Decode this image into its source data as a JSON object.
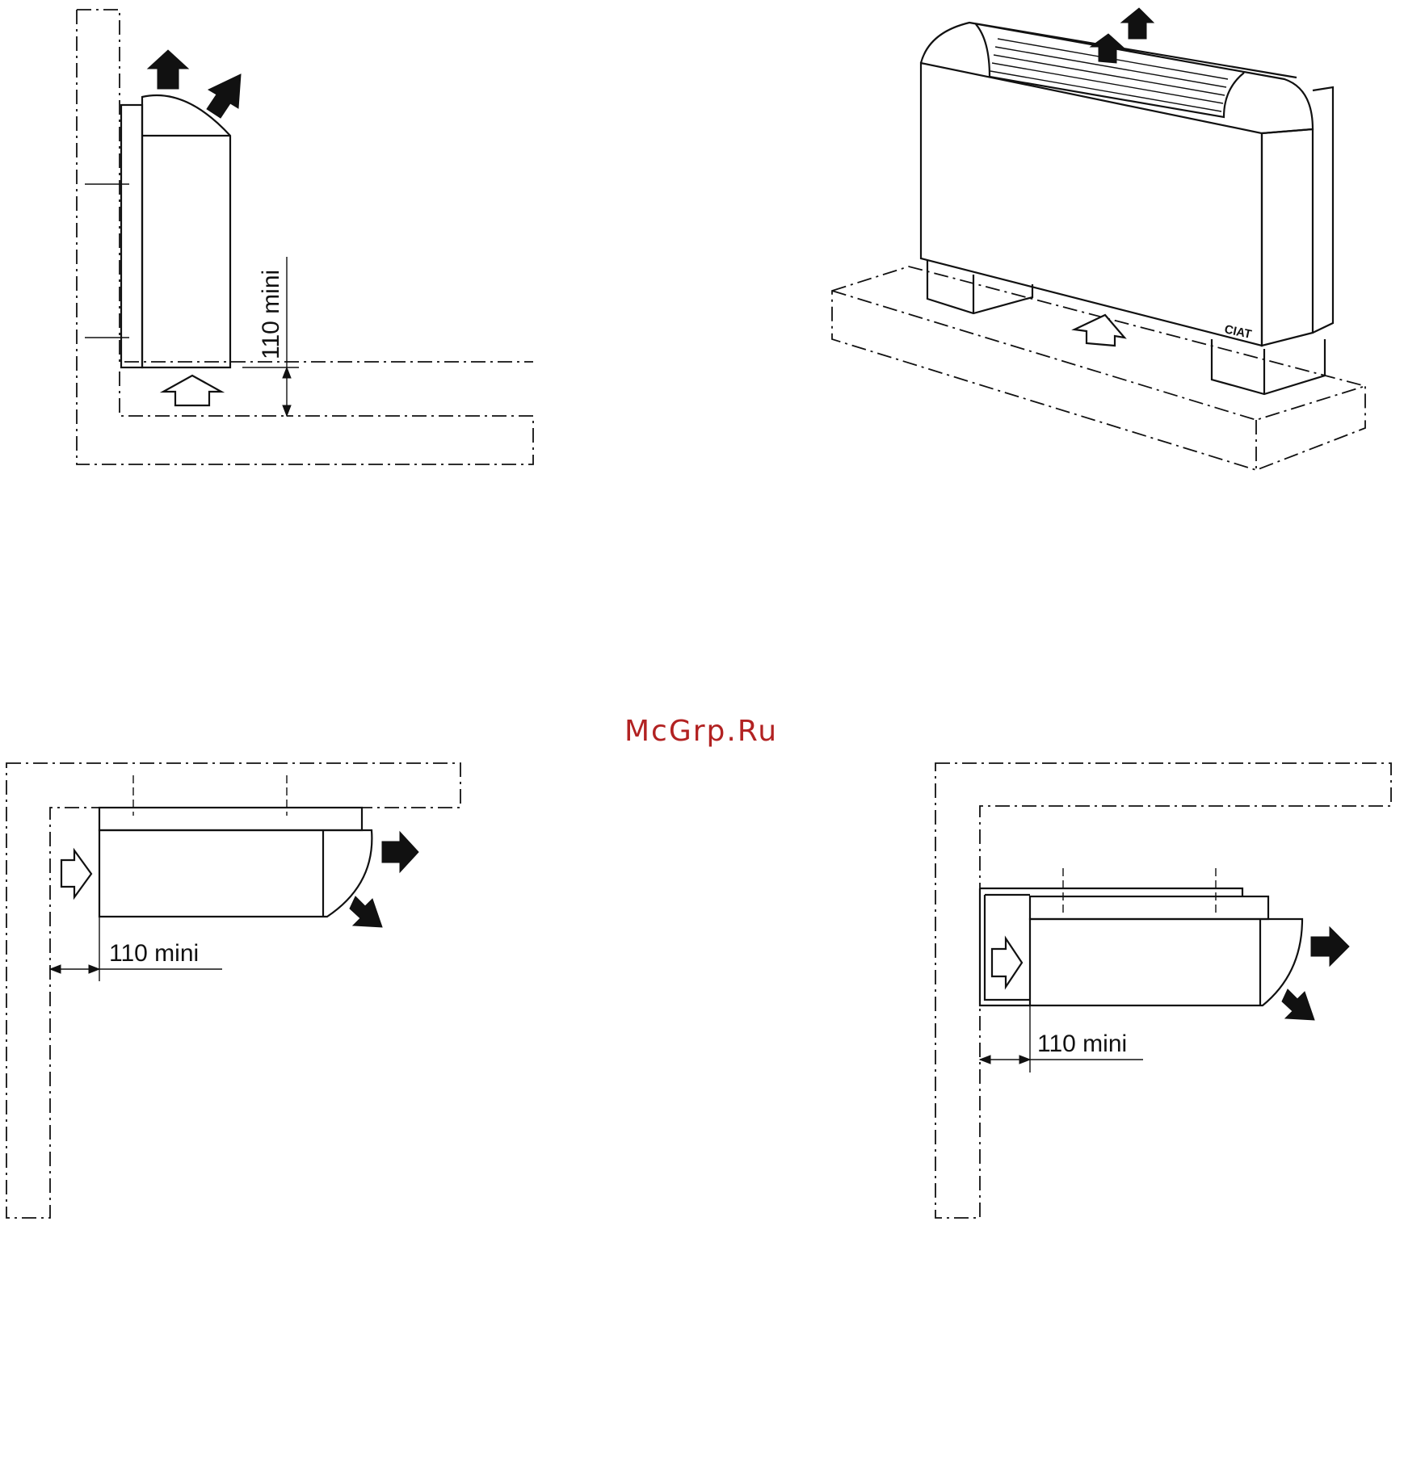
{
  "watermark": "McGrp.Ru",
  "dimension_labels": {
    "top_left_vertical": "110 mini",
    "bottom_left_horizontal": "110 mini",
    "bottom_right_horizontal": "110 mini"
  },
  "unit_logo": "CIAT",
  "colors": {
    "line": "#111111",
    "watermark": "#b22222",
    "background": "#ffffff"
  }
}
